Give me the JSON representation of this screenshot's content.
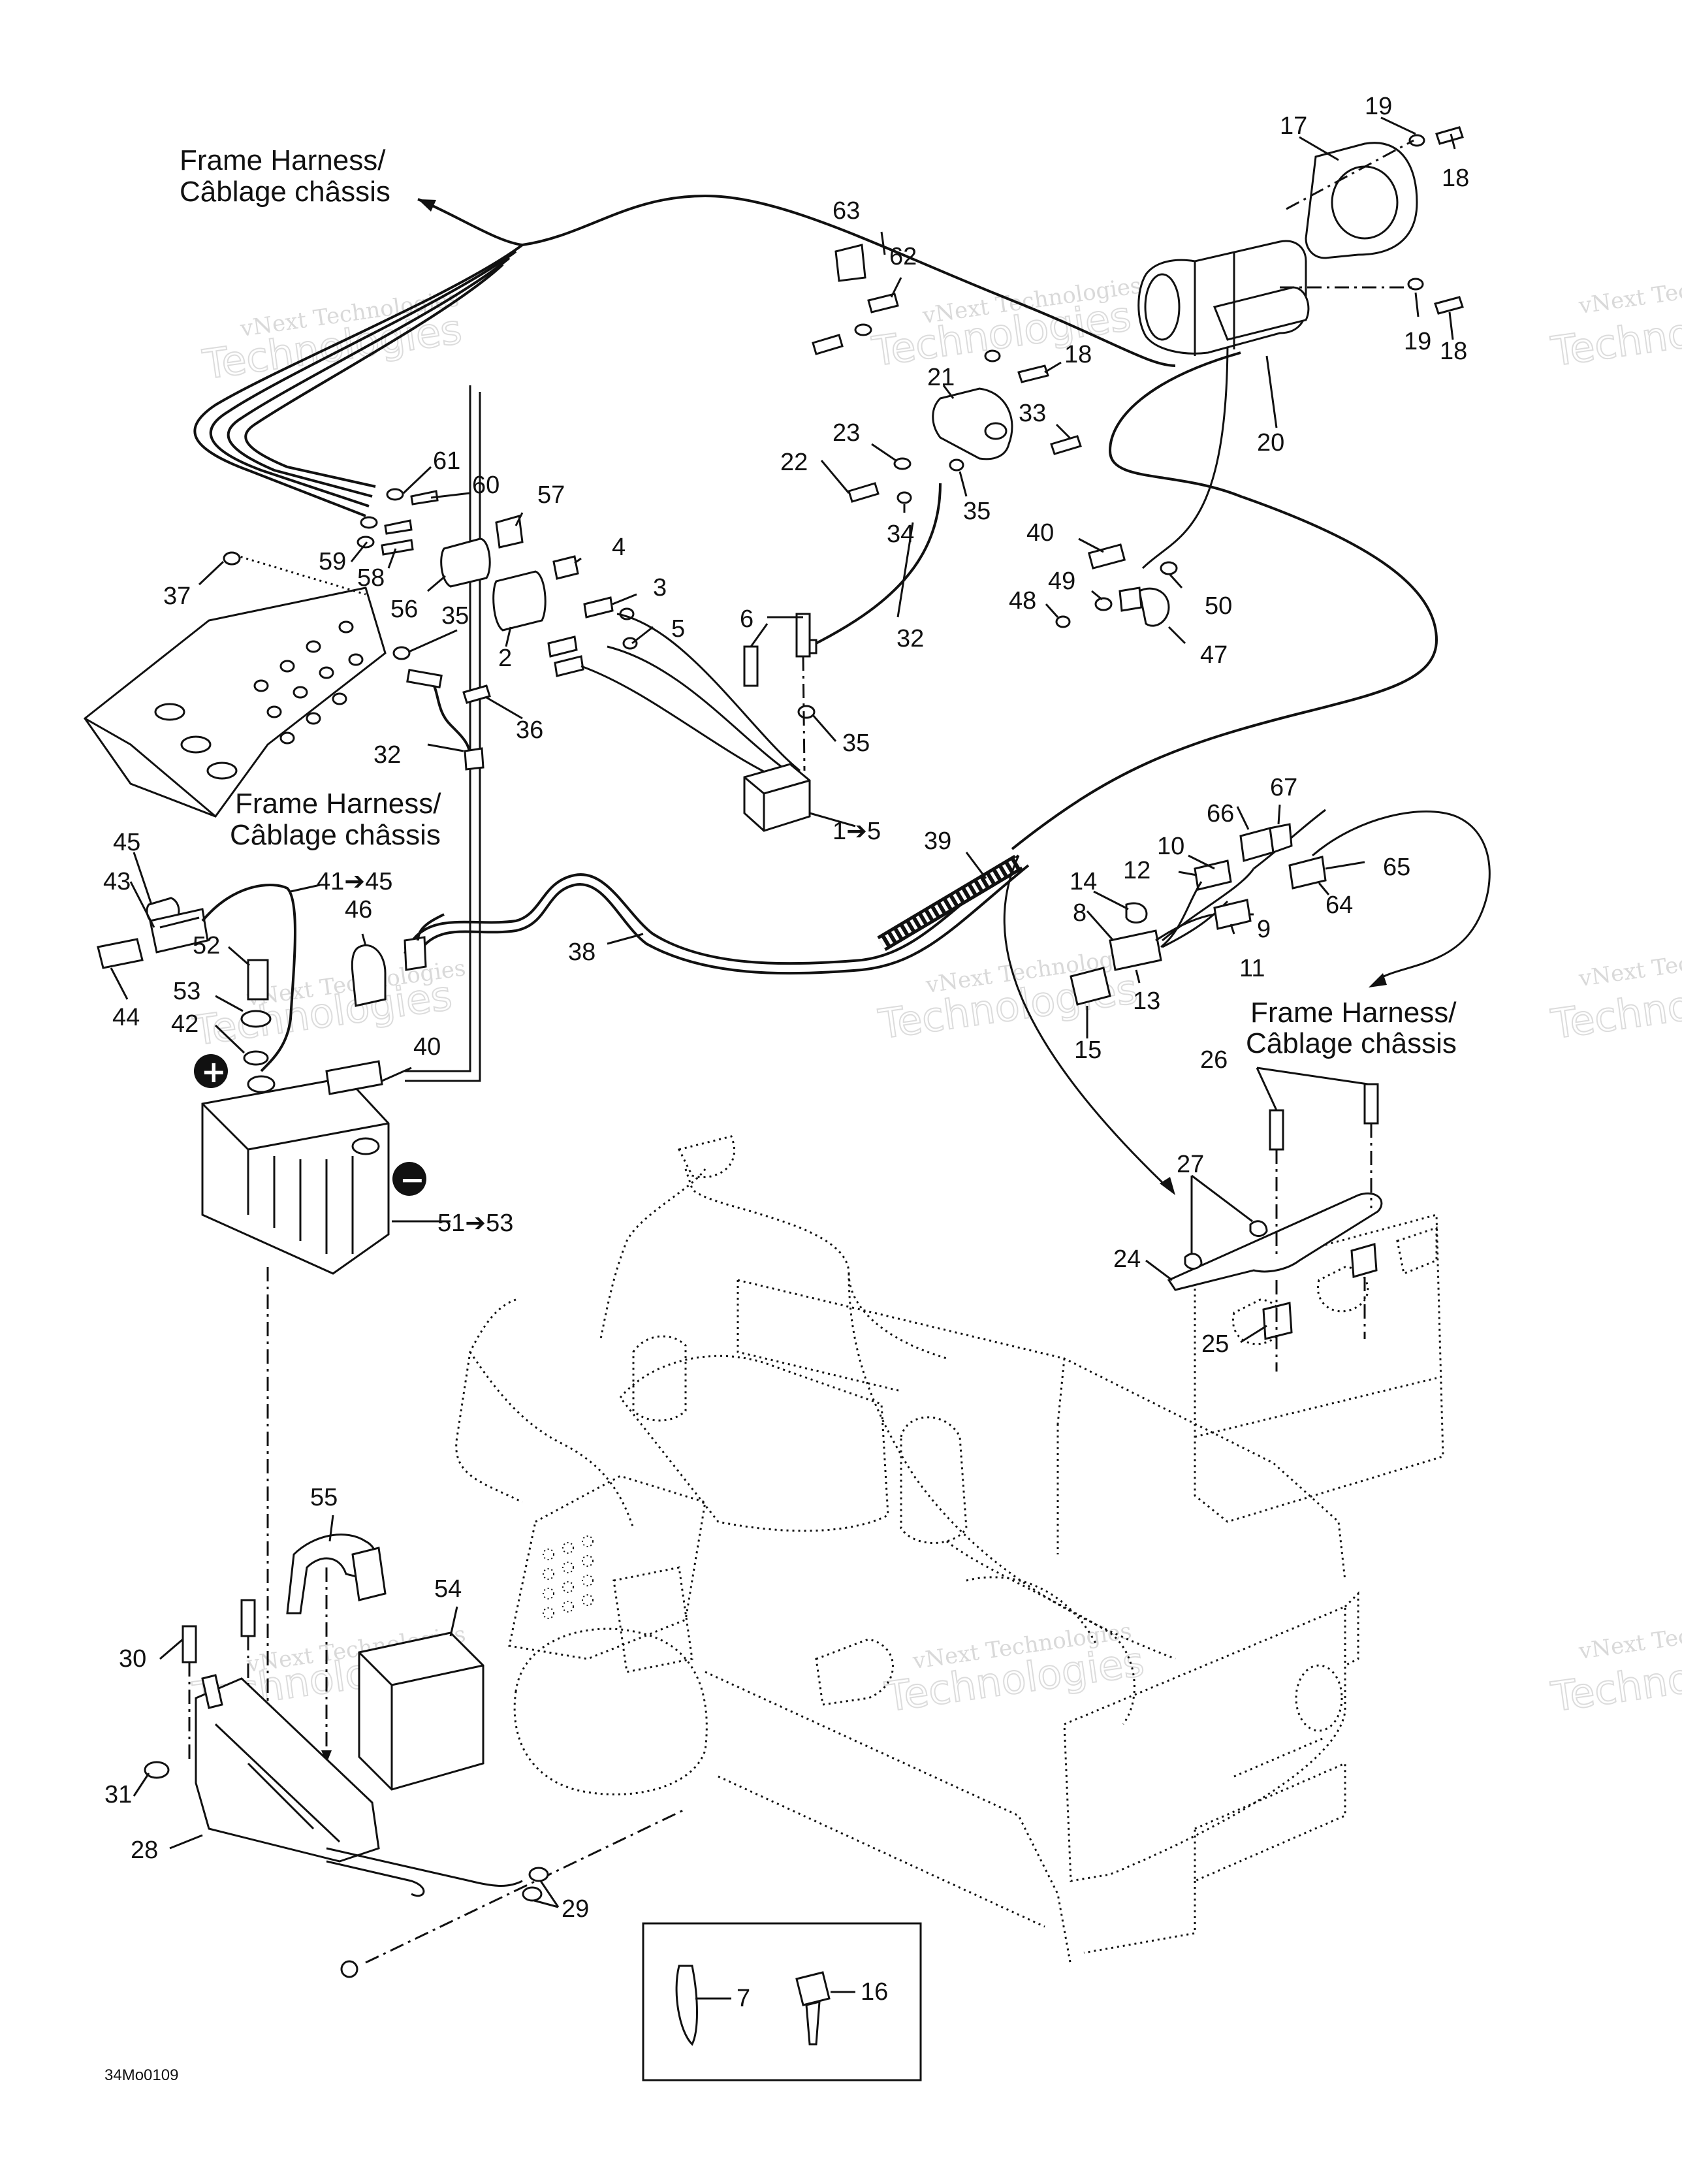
{
  "diagram": {
    "harness_labels": [
      {
        "line1": "Frame Harness/",
        "line2": "Câblage châssis"
      },
      {
        "line1": "Frame Harness/",
        "line2": "Câblage châssis"
      },
      {
        "line1": "Frame Harness/",
        "line2": "Câblage châssis"
      }
    ],
    "callouts": {
      "c63": "63",
      "c62": "62",
      "c17": "17",
      "c19a": "19",
      "c18a": "18",
      "c19b": "19",
      "c18b": "18",
      "c18c": "18",
      "c20": "20",
      "c21": "21",
      "c33": "33",
      "c23": "23",
      "c22": "22",
      "c34": "34",
      "c35a": "35",
      "c40a": "40",
      "c49": "49",
      "c48": "48",
      "c50": "50",
      "c47": "47",
      "c61": "61",
      "c60": "60",
      "c57": "57",
      "c59": "59",
      "c58": "58",
      "c4": "4",
      "c56": "56",
      "c3": "3",
      "c5": "5",
      "c6": "6",
      "c32a": "32",
      "c37": "37",
      "c35b": "35",
      "c2": "2",
      "c36": "36",
      "c32b": "32",
      "c35c": "35",
      "c1": "1➔5",
      "c39": "39",
      "c66": "66",
      "c67": "67",
      "c10": "10",
      "c12": "12",
      "c65": "65",
      "c64": "64",
      "c14": "14",
      "c8": "8",
      "c9": "9",
      "c11": "11",
      "c13": "13",
      "c15": "15",
      "c45": "45",
      "c43": "43",
      "c41": "41➔45",
      "c46": "46",
      "c52": "52",
      "c44": "44",
      "c53": "53",
      "c42": "42",
      "c38": "38",
      "c40b": "40",
      "c51": "51➔53",
      "c26": "26",
      "c27": "27",
      "c24": "24",
      "c25": "25",
      "c55": "55",
      "c54": "54",
      "c30": "30",
      "c31": "31",
      "c28": "28",
      "c29": "29",
      "c7": "7",
      "c16": "16"
    },
    "battery_plus": "+",
    "battery_minus": "−",
    "drawing_code": "34Mo0109",
    "watermark_text": "vNext Technologies",
    "watermark_big": "Technologies"
  }
}
